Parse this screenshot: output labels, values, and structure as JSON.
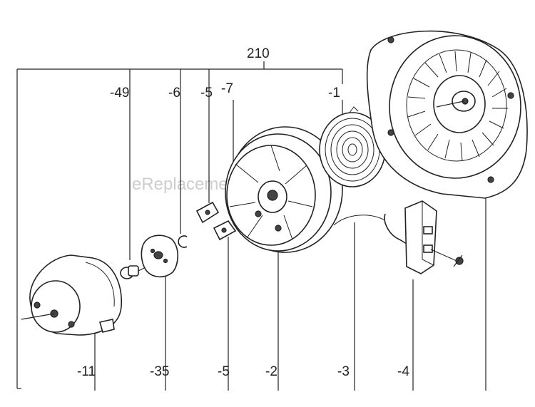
{
  "diagram": {
    "assembly_label": "210",
    "watermark": "eReplacementParts.com",
    "top_labels": [
      "-49",
      "-6",
      "-5",
      "-7",
      "-1"
    ],
    "bottom_labels": [
      "-11",
      "-35",
      "-5",
      "-2",
      "-3",
      "-4"
    ],
    "parts": [
      {
        "ref": "-1",
        "icon": "recoil-spring-icon"
      },
      {
        "ref": "-2",
        "icon": "reel-pulley-icon"
      },
      {
        "ref": "-3",
        "icon": "starter-rope-icon"
      },
      {
        "ref": "-4",
        "icon": "starter-handle-icon"
      },
      {
        "ref": "-5",
        "icon": "ratchet-pawl-icon"
      },
      {
        "ref": "-6",
        "icon": "clip-ring-icon"
      },
      {
        "ref": "-7",
        "icon": "spring-icon"
      },
      {
        "ref": "-11",
        "icon": "starter-cup-icon"
      },
      {
        "ref": "-35",
        "icon": "friction-plate-icon"
      },
      {
        "ref": "-49",
        "icon": "screw-icon"
      }
    ]
  }
}
